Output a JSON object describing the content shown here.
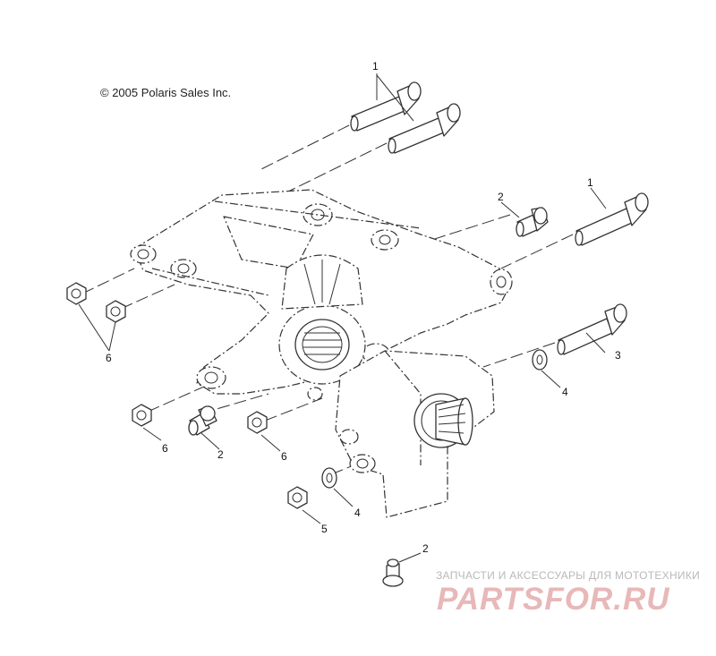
{
  "copyright": "© 2005 Polaris Sales Inc.",
  "callouts": [
    {
      "id": "c1a",
      "label": "1"
    },
    {
      "id": "c1b",
      "label": "1"
    },
    {
      "id": "c2a",
      "label": "2"
    },
    {
      "id": "c3",
      "label": "3"
    },
    {
      "id": "c4a",
      "label": "4"
    },
    {
      "id": "c6a",
      "label": "6"
    },
    {
      "id": "c6b",
      "label": "6"
    },
    {
      "id": "c2b",
      "label": "2"
    },
    {
      "id": "c6c",
      "label": "6"
    },
    {
      "id": "c4b",
      "label": "4"
    },
    {
      "id": "c5",
      "label": "5"
    },
    {
      "id": "c2c",
      "label": "2"
    }
  ],
  "watermark": {
    "top": "ЗАПЧАСТИ И АКСЕССУАРЫ ДЛЯ МОТОТЕХНИКИ",
    "brand": "PARTSFOR.RU"
  }
}
